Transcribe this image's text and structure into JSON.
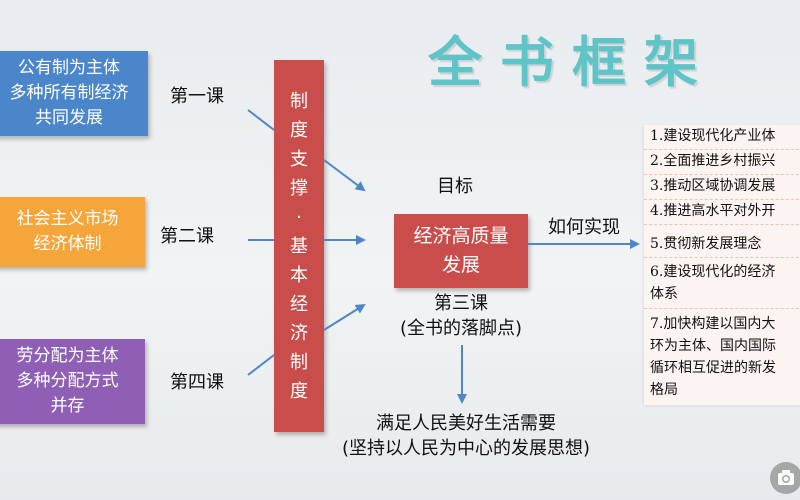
{
  "title": "全书框架",
  "left_boxes": [
    {
      "text": "公有制为主体\n多种所有制经济\n共同发展",
      "color": "#4a86c9"
    },
    {
      "text": "社会主义市场\n经济体制",
      "color": "#f6a53a"
    },
    {
      "text": "劳分配为主体\n多种分配方式\n并存",
      "color": "#8f5fb5"
    }
  ],
  "lessons": [
    "第一课",
    "第二课",
    "第四课"
  ],
  "vertical_bar": [
    "制",
    "度",
    "支",
    "撑",
    "·",
    "基",
    "本",
    "经",
    "济",
    "制",
    "度"
  ],
  "goal_label": "目标",
  "goal_box": "经济高质量\n发展",
  "lesson3": "第三课\n(全书的落脚点)",
  "how": "如何实现",
  "bottom": "满足人民美好生活需要\n(坚持以人民为中心的发展思想)",
  "list_items": [
    "1.建设现代化产业体",
    "2.全面推进乡村振兴",
    "3.推动区域协调发展",
    "4.推进高水平对外开",
    "5.贯彻新发展理念",
    "6.建设现代化的经济\n体系",
    "7.加快构建以国内大\n环为主体、国内国际\n循环相互促进的新发\n格局"
  ],
  "colors": {
    "title": "#5fc4c8",
    "red": "#c94d4b",
    "arrow": "#4f86c7"
  },
  "icons": {
    "camera": "camera-icon"
  }
}
